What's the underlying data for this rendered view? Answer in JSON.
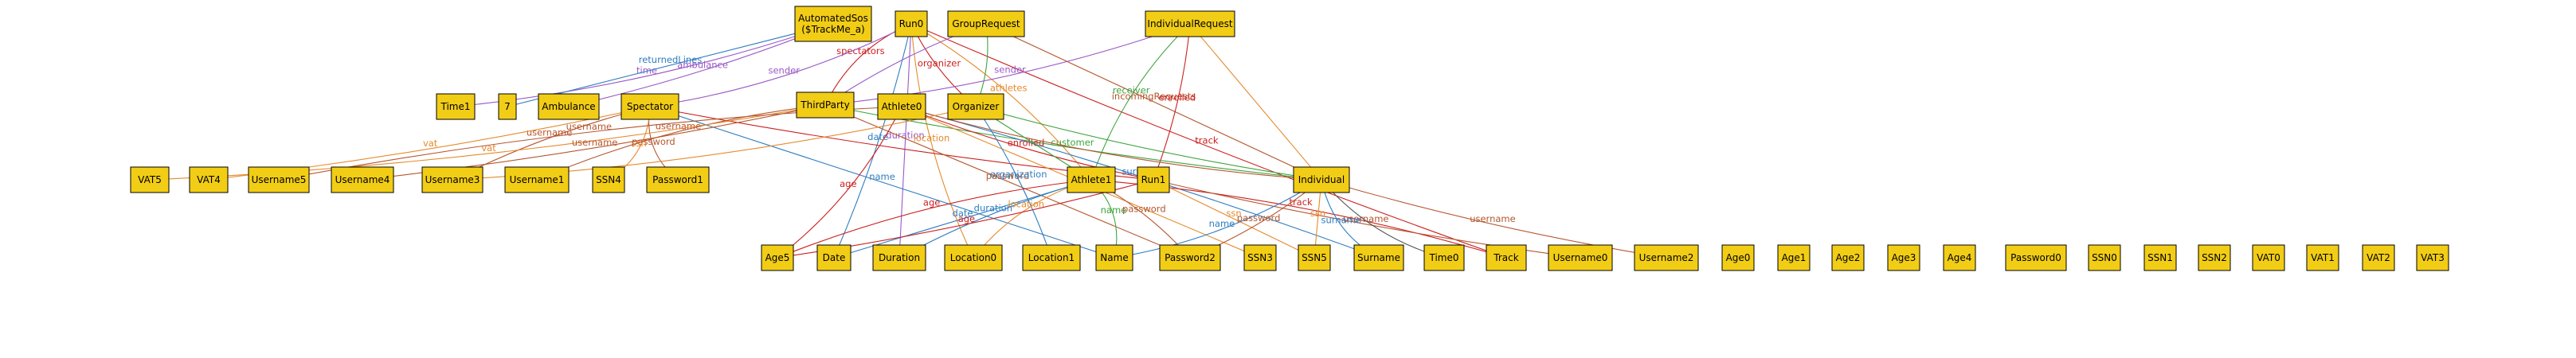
{
  "diagram": {
    "title": "",
    "colors": {
      "node_fill": "#f2cd16",
      "node_stroke": "#000000",
      "text": "#000000",
      "edge_blue": "#2f7dc0",
      "edge_red": "#cc1f1f",
      "edge_orange": "#e58a2b",
      "edge_green": "#3ea43e",
      "edge_purple": "#9b59c7",
      "edge_brown": "#b5562e",
      "edge_gray": "#555555"
    },
    "nodes": [
      {
        "id": "AutomatedSos",
        "lines": [
          "AutomatedSos",
          "($TrackMe_a)"
        ]
      },
      {
        "id": "Run0",
        "lines": [
          "Run0"
        ]
      },
      {
        "id": "GroupRequest",
        "lines": [
          "GroupRequest"
        ]
      },
      {
        "id": "IndividualRequest",
        "lines": [
          "IndividualRequest"
        ]
      },
      {
        "id": "Time1",
        "lines": [
          "Time1"
        ]
      },
      {
        "id": "Seven",
        "lines": [
          "7"
        ]
      },
      {
        "id": "Ambulance",
        "lines": [
          "Ambulance"
        ]
      },
      {
        "id": "Spectator",
        "lines": [
          "Spectator"
        ]
      },
      {
        "id": "ThirdParty",
        "lines": [
          "ThirdParty"
        ]
      },
      {
        "id": "Athlete0",
        "lines": [
          "Athlete0"
        ]
      },
      {
        "id": "Organizer",
        "lines": [
          "Organizer"
        ]
      },
      {
        "id": "VAT5",
        "lines": [
          "VAT5"
        ]
      },
      {
        "id": "VAT4",
        "lines": [
          "VAT4"
        ]
      },
      {
        "id": "Username5",
        "lines": [
          "Username5"
        ]
      },
      {
        "id": "Username4",
        "lines": [
          "Username4"
        ]
      },
      {
        "id": "Username3",
        "lines": [
          "Username3"
        ]
      },
      {
        "id": "Username1",
        "lines": [
          "Username1"
        ]
      },
      {
        "id": "SSN4",
        "lines": [
          "SSN4"
        ]
      },
      {
        "id": "Password1",
        "lines": [
          "Password1"
        ]
      },
      {
        "id": "Athlete1",
        "lines": [
          "Athlete1"
        ]
      },
      {
        "id": "Run1",
        "lines": [
          "Run1"
        ]
      },
      {
        "id": "Individual",
        "lines": [
          "Individual"
        ]
      },
      {
        "id": "Age5",
        "lines": [
          "Age5"
        ]
      },
      {
        "id": "Date",
        "lines": [
          "Date"
        ]
      },
      {
        "id": "Duration",
        "lines": [
          "Duration"
        ]
      },
      {
        "id": "Location0",
        "lines": [
          "Location0"
        ]
      },
      {
        "id": "Location1",
        "lines": [
          "Location1"
        ]
      },
      {
        "id": "Name",
        "lines": [
          "Name"
        ]
      },
      {
        "id": "Password2",
        "lines": [
          "Password2"
        ]
      },
      {
        "id": "SSN3",
        "lines": [
          "SSN3"
        ]
      },
      {
        "id": "SSN5",
        "lines": [
          "SSN5"
        ]
      },
      {
        "id": "Surname",
        "lines": [
          "Surname"
        ]
      },
      {
        "id": "Time0",
        "lines": [
          "Time0"
        ]
      },
      {
        "id": "Track",
        "lines": [
          "Track"
        ]
      },
      {
        "id": "Username0",
        "lines": [
          "Username0"
        ]
      },
      {
        "id": "Username2",
        "lines": [
          "Username2"
        ]
      },
      {
        "id": "Age0",
        "lines": [
          "Age0"
        ]
      },
      {
        "id": "Age1",
        "lines": [
          "Age1"
        ]
      },
      {
        "id": "Age2",
        "lines": [
          "Age2"
        ]
      },
      {
        "id": "Age3",
        "lines": [
          "Age3"
        ]
      },
      {
        "id": "Age4",
        "lines": [
          "Age4"
        ]
      },
      {
        "id": "Password0",
        "lines": [
          "Password0"
        ]
      },
      {
        "id": "SSN0",
        "lines": [
          "SSN0"
        ]
      },
      {
        "id": "SSN1",
        "lines": [
          "SSN1"
        ]
      },
      {
        "id": "SSN2",
        "lines": [
          "SSN2"
        ]
      },
      {
        "id": "VAT0",
        "lines": [
          "VAT0"
        ]
      },
      {
        "id": "VAT1",
        "lines": [
          "VAT1"
        ]
      },
      {
        "id": "VAT2",
        "lines": [
          "VAT2"
        ]
      },
      {
        "id": "VAT3",
        "lines": [
          "VAT3"
        ]
      }
    ],
    "edges": [
      {
        "from": "AutomatedSos",
        "to": "Time1",
        "label": "time",
        "color": "purple"
      },
      {
        "from": "AutomatedSos",
        "to": "Ambulance",
        "label": "ambulance",
        "color": "purple"
      },
      {
        "from": "AutomatedSos",
        "to": "Seven",
        "label": "returnedLines",
        "color": "blue"
      },
      {
        "from": "Run0",
        "to": "Organizer",
        "label": "organizer",
        "color": "red"
      },
      {
        "from": "Run0",
        "to": "ThirdParty",
        "label": "spectators",
        "color": "red"
      },
      {
        "from": "Run0",
        "to": "Athlete1",
        "label": "athletes",
        "color": "orange"
      },
      {
        "from": "Run0",
        "to": "Date",
        "label": "date",
        "color": "blue"
      },
      {
        "from": "Run0",
        "to": "Duration",
        "label": "duration",
        "color": "purple"
      },
      {
        "from": "Run0",
        "to": "Track",
        "label": "track",
        "color": "red"
      },
      {
        "from": "Run0",
        "to": "Location0",
        "label": "location",
        "color": "orange"
      },
      {
        "from": "Run0",
        "to": "Spectator",
        "label": "sender",
        "color": "purple"
      },
      {
        "from": "GroupRequest",
        "to": "Organizer",
        "label": "",
        "color": "green"
      },
      {
        "from": "GroupRequest",
        "to": "Individual",
        "label": "incomingRequests",
        "color": "brown"
      },
      {
        "from": "GroupRequest",
        "to": "ThirdParty",
        "label": "",
        "color": "purple"
      },
      {
        "from": "IndividualRequest",
        "to": "Athlete1",
        "label": "receiver",
        "color": "green"
      },
      {
        "from": "IndividualRequest",
        "to": "ThirdParty",
        "label": "sender",
        "color": "purple"
      },
      {
        "from": "IndividualRequest",
        "to": "Run1",
        "label": "enrolled",
        "color": "red"
      },
      {
        "from": "IndividualRequest",
        "to": "Individual",
        "label": "",
        "color": "orange"
      },
      {
        "from": "Spectator",
        "to": "Username3",
        "label": "username",
        "color": "brown"
      },
      {
        "from": "Spectator",
        "to": "Password1",
        "label": "password",
        "color": "brown"
      },
      {
        "from": "Spectator",
        "to": "SSN4",
        "label": "ssn",
        "color": "orange"
      },
      {
        "from": "Spectator",
        "to": "VAT4",
        "label": "vat",
        "color": "orange"
      },
      {
        "from": "Spectator",
        "to": "Name",
        "label": "name",
        "color": "blue"
      },
      {
        "from": "Spectator",
        "to": "Run1",
        "label": "",
        "color": "red"
      },
      {
        "from": "ThirdParty",
        "to": "Username1",
        "label": "username",
        "color": "brown"
      },
      {
        "from": "ThirdParty",
        "to": "VAT5",
        "label": "vat",
        "color": "orange"
      },
      {
        "from": "ThirdParty",
        "to": "Username4",
        "label": "username",
        "color": "brown"
      },
      {
        "from": "ThirdParty",
        "to": "Password2",
        "label": "password",
        "color": "brown"
      },
      {
        "from": "ThirdParty",
        "to": "Individual",
        "label": "customer",
        "color": "green"
      },
      {
        "from": "Athlete0",
        "to": "Username5",
        "label": "username",
        "color": "brown"
      },
      {
        "from": "Athlete0",
        "to": "Age5",
        "label": "age",
        "color": "red"
      },
      {
        "from": "Athlete0",
        "to": "Surname",
        "label": "surname",
        "color": "blue"
      },
      {
        "from": "Athlete0",
        "to": "SSN3",
        "label": "ssn",
        "color": "orange"
      },
      {
        "from": "Athlete0",
        "to": "Run1",
        "label": "enrolled",
        "color": "red"
      },
      {
        "from": "Athlete0",
        "to": "Individual",
        "label": "",
        "color": "brown"
      },
      {
        "from": "Organizer",
        "to": "Username3",
        "label": "",
        "color": "orange"
      },
      {
        "from": "Organizer",
        "to": "Location1",
        "label": "organization",
        "color": "blue"
      },
      {
        "from": "Organizer",
        "to": "Athlete1",
        "label": "",
        "color": "green"
      },
      {
        "from": "Organizer",
        "to": "Individual",
        "label": "",
        "color": "green"
      },
      {
        "from": "Athlete1",
        "to": "Age5",
        "label": "age",
        "color": "red"
      },
      {
        "from": "Athlete1",
        "to": "Name",
        "label": "name",
        "color": "green"
      },
      {
        "from": "Athlete1",
        "to": "Password2",
        "label": "password",
        "color": "brown"
      },
      {
        "from": "Athlete1",
        "to": "Date",
        "label": "date",
        "color": "blue"
      },
      {
        "from": "Athlete1",
        "to": "Duration",
        "label": "duration",
        "color": "blue"
      },
      {
        "from": "Athlete1",
        "to": "Location0",
        "label": "location",
        "color": "orange"
      },
      {
        "from": "Athlete1",
        "to": "Track",
        "label": "track",
        "color": "red"
      },
      {
        "from": "Run1",
        "to": "Age5",
        "label": "age",
        "color": "red"
      },
      {
        "from": "Run1",
        "to": "SSN5",
        "label": "ssn",
        "color": "orange"
      },
      {
        "from": "Run1",
        "to": "Username0",
        "label": "username",
        "color": "brown"
      },
      {
        "from": "Individual",
        "to": "Surname",
        "label": "surname",
        "color": "blue"
      },
      {
        "from": "Individual",
        "to": "Name",
        "label": "name",
        "color": "blue"
      },
      {
        "from": "Individual",
        "to": "Password2",
        "label": "password",
        "color": "brown"
      },
      {
        "from": "Individual",
        "to": "SSN5",
        "label": "ssn",
        "color": "orange"
      },
      {
        "from": "Individual",
        "to": "Username2",
        "label": "username",
        "color": "brown"
      },
      {
        "from": "Individual",
        "to": "Time0",
        "label": "",
        "color": "gray"
      }
    ]
  }
}
